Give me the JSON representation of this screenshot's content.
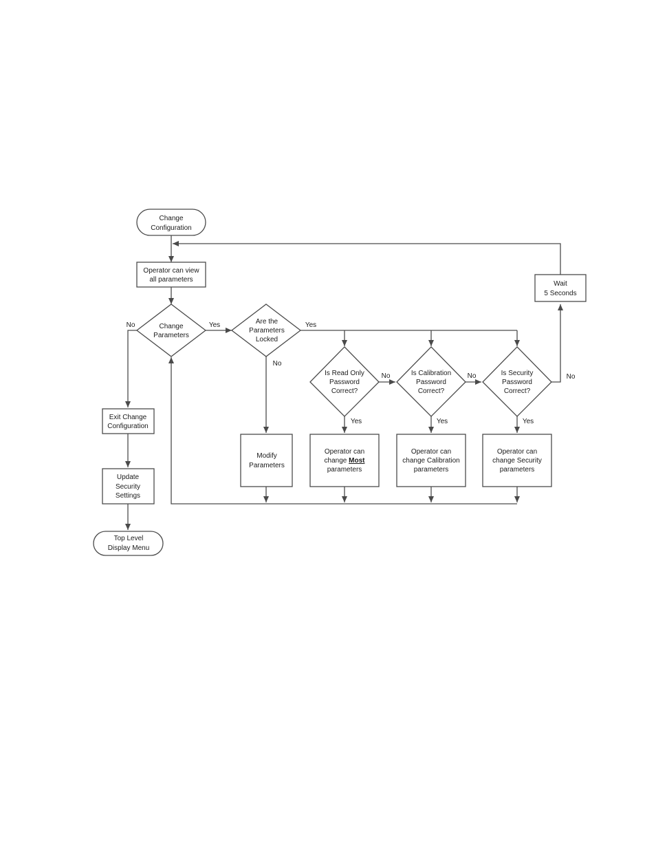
{
  "nodes": {
    "start": {
      "type": "terminal",
      "lines": [
        "Change",
        "Configuration"
      ]
    },
    "view": {
      "type": "process",
      "lines": [
        "Operator can view",
        "all parameters"
      ]
    },
    "change_q": {
      "type": "decision",
      "lines": [
        "Change",
        "Parameters"
      ]
    },
    "locked_q": {
      "type": "decision",
      "lines": [
        "Are the",
        "Parameters",
        "Locked"
      ]
    },
    "readonly_q": {
      "type": "decision",
      "lines": [
        "Is Read Only",
        "Password",
        "Correct?"
      ]
    },
    "calib_q": {
      "type": "decision",
      "lines": [
        "Is Calibration",
        "Password",
        "Correct?"
      ]
    },
    "security_q": {
      "type": "decision",
      "lines": [
        "Is Security",
        "Password",
        "Correct?"
      ]
    },
    "wait": {
      "type": "process",
      "lines": [
        "Wait",
        "5 Seconds"
      ]
    },
    "exit": {
      "type": "process",
      "lines": [
        "Exit Change",
        "Configuration"
      ]
    },
    "update": {
      "type": "process",
      "lines": [
        "Update",
        "Security",
        "Settings"
      ]
    },
    "top": {
      "type": "terminal",
      "lines": [
        "Top Level",
        "Display Menu"
      ]
    },
    "modify": {
      "type": "process",
      "lines": [
        "Modify",
        "Parameters"
      ]
    },
    "most": {
      "type": "process",
      "lines": [
        "Operator can",
        "change Most",
        "parameters"
      ],
      "emphasis": "Most"
    },
    "calib_action": {
      "type": "process",
      "lines": [
        "Operator can",
        "change Calibration",
        "parameters"
      ]
    },
    "sec_action": {
      "type": "process",
      "lines": [
        "Operator can",
        "change Security",
        "parameters"
      ]
    }
  },
  "edges": [
    {
      "from": "start",
      "to": "view",
      "label": ""
    },
    {
      "from": "view",
      "to": "change_q",
      "label": ""
    },
    {
      "from": "change_q",
      "to": "locked_q",
      "label": "Yes"
    },
    {
      "from": "change_q",
      "to": "exit",
      "label": "No"
    },
    {
      "from": "locked_q",
      "to": "readonly_q",
      "label": "Yes"
    },
    {
      "from": "locked_q",
      "to": "calib_q",
      "label": ""
    },
    {
      "from": "locked_q",
      "to": "security_q",
      "label": ""
    },
    {
      "from": "locked_q",
      "to": "modify",
      "label": "No"
    },
    {
      "from": "readonly_q",
      "to": "calib_q",
      "label": "No"
    },
    {
      "from": "calib_q",
      "to": "security_q",
      "label": "No"
    },
    {
      "from": "security_q",
      "to": "wait",
      "label": "No"
    },
    {
      "from": "wait",
      "to": "view",
      "label": ""
    },
    {
      "from": "readonly_q",
      "to": "most",
      "label": "Yes"
    },
    {
      "from": "calib_q",
      "to": "calib_action",
      "label": "Yes"
    },
    {
      "from": "security_q",
      "to": "sec_action",
      "label": "Yes"
    },
    {
      "from": "modify",
      "to": "change_q",
      "label": ""
    },
    {
      "from": "most",
      "to": "change_q",
      "label": ""
    },
    {
      "from": "calib_action",
      "to": "change_q",
      "label": ""
    },
    {
      "from": "sec_action",
      "to": "change_q",
      "label": ""
    },
    {
      "from": "exit",
      "to": "update",
      "label": ""
    },
    {
      "from": "update",
      "to": "top",
      "label": ""
    }
  ],
  "colors": {
    "stroke": "#4a4a4a",
    "text": "#1a1a1a",
    "background": "#ffffff"
  }
}
